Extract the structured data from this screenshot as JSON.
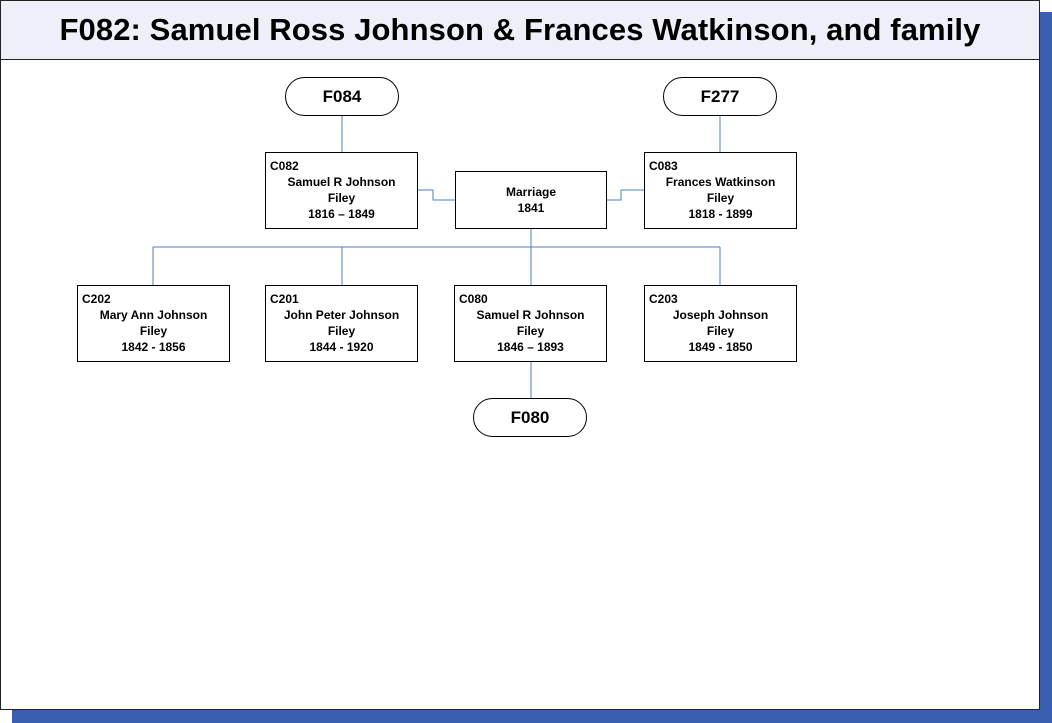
{
  "title": "F082: Samuel Ross Johnson & Frances Watkinson, and family",
  "families": {
    "father_parents": "F084",
    "mother_parents": "F277",
    "child_family": "F080"
  },
  "father": {
    "code": "C082",
    "name": "Samuel R Johnson",
    "place": "Filey",
    "dates": "1816 – 1849"
  },
  "mother": {
    "code": "C083",
    "name": "Frances Watkinson",
    "place": "Filey",
    "dates": "1818 - 1899"
  },
  "marriage": {
    "label": "Marriage",
    "year": "1841"
  },
  "children": [
    {
      "code": "C202",
      "name": "Mary Ann Johnson",
      "place": "Filey",
      "dates": "1842 - 1856"
    },
    {
      "code": "C201",
      "name": "John Peter Johnson",
      "place": "Filey",
      "dates": "1844 - 1920"
    },
    {
      "code": "C080",
      "name": "Samuel R Johnson",
      "place": "Filey",
      "dates": "1846 – 1893"
    },
    {
      "code": "C203",
      "name": "Joseph Johnson",
      "place": "Filey",
      "dates": "1849 - 1850"
    }
  ],
  "colors": {
    "connector": "#4a7fc0",
    "shadow": "#3b5fb0",
    "title_bg": "#eef0f9"
  }
}
